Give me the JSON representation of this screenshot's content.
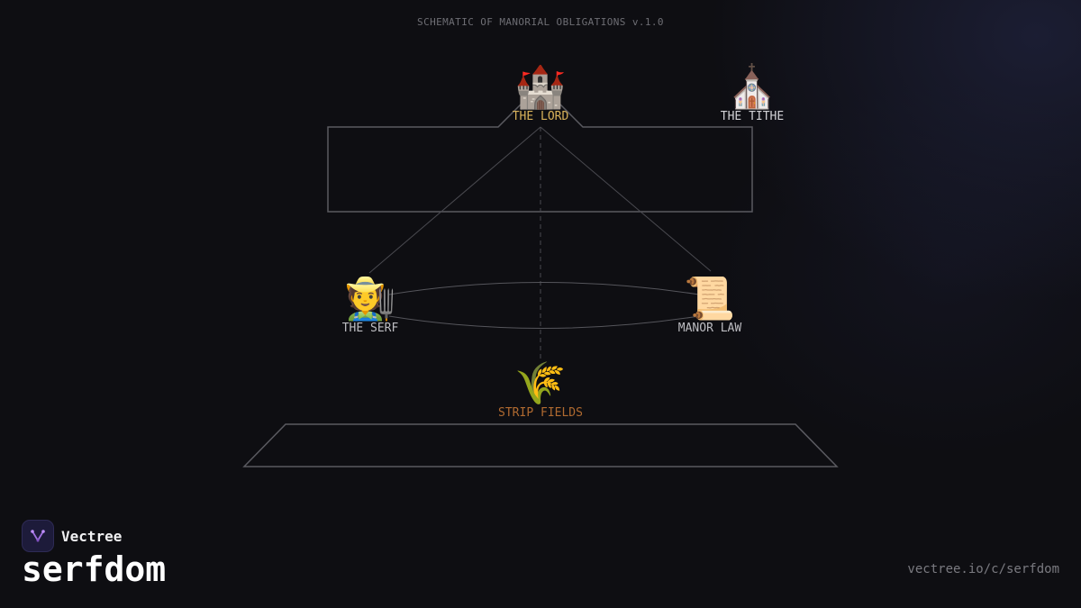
{
  "header": {
    "text": "SCHEMATIC OF MANORIAL OBLIGATIONS v.1.0"
  },
  "nodes": {
    "lord": {
      "label": "THE LORD",
      "glyph": "🏰",
      "icon": "castle-icon"
    },
    "tithe": {
      "label": "THE TITHE",
      "glyph": "⛪",
      "icon": "church-icon"
    },
    "serf": {
      "label": "THE SERF",
      "glyph": "🧑‍🌾",
      "icon": "farmer-icon"
    },
    "law": {
      "label": "MANOR LAW",
      "glyph": "📜",
      "icon": "scroll-icon"
    },
    "fields": {
      "label": "STRIP FIELDS",
      "glyph": "🌾",
      "icon": "wheat-icon"
    }
  },
  "colors": {
    "background": "#0e0e12",
    "lord_label": "#d8b25a",
    "fields_label": "#b06a30",
    "line": "#5a5a60"
  },
  "footer": {
    "brand": "Vectree",
    "title": "serfdom",
    "url": "vectree.io/c/serfdom"
  }
}
